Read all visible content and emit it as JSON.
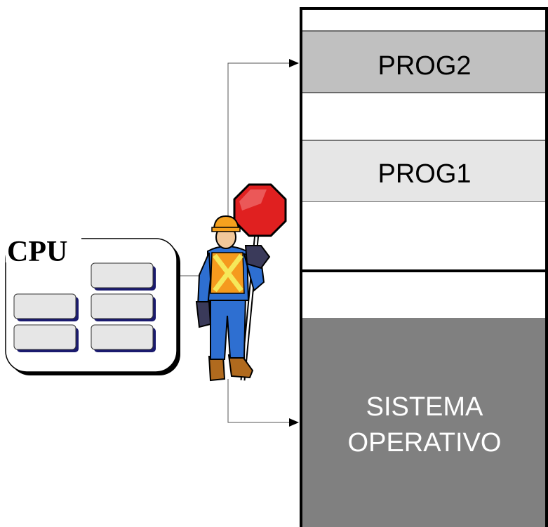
{
  "cpu": {
    "label": "CPU"
  },
  "memory": {
    "prog2_label": "PROG2",
    "prog1_label": "PROG1",
    "os_label_line1": "SISTEMA",
    "os_label_line2": "OPERATIVO"
  },
  "colors": {
    "prog2_fill": "#c0c0c0",
    "prog1_fill": "#e6e6e6",
    "os_fill": "#808080",
    "register_fill": "#e6e6e6",
    "register_shadow": "#1a1a6e",
    "stop_sign": "#e02020",
    "vest": "#f59a1e",
    "overalls": "#2e6fd1"
  },
  "illustration": {
    "figure_icon": "traffic-controller-stop-sign-icon"
  }
}
